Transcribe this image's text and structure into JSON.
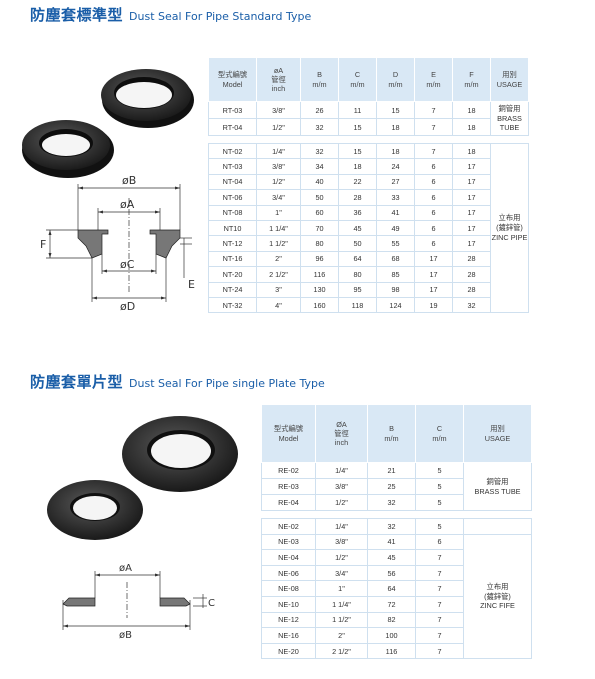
{
  "section1": {
    "title_cn": "防塵套標準型",
    "title_en": "Dust Seal For Pipe Standard Type",
    "diagram_labels": {
      "phiB": "øB",
      "phiA": "øA",
      "phiC": "øC",
      "phiD": "øD",
      "F": "F",
      "E": "E"
    },
    "headers": {
      "model": [
        "型式編號",
        "Model"
      ],
      "a": [
        "øA",
        "管徑",
        "inch"
      ],
      "b": [
        "B",
        "m/m"
      ],
      "c": [
        "C",
        "m/m"
      ],
      "d": [
        "D",
        "m/m"
      ],
      "e": [
        "E",
        "m/m"
      ],
      "f": [
        "F",
        "m/m"
      ],
      "usage": [
        "用別",
        "USAGE"
      ]
    },
    "group1": {
      "usage": [
        "銅管用",
        "BRASS",
        "TUBE"
      ],
      "rows": [
        [
          "RT-03",
          "3/8\"",
          "26",
          "11",
          "15",
          "7",
          "18"
        ],
        [
          "RT-04",
          "1/2\"",
          "32",
          "15",
          "18",
          "7",
          "18"
        ]
      ]
    },
    "group2": {
      "usage": [
        "立布用",
        "(鍍鋅管)",
        "ZINC PIPE"
      ],
      "rows": [
        [
          "NT-02",
          "1/4\"",
          "32",
          "15",
          "18",
          "7",
          "18"
        ],
        [
          "NT-03",
          "3/8\"",
          "34",
          "18",
          "24",
          "6",
          "17"
        ],
        [
          "NT-04",
          "1/2\"",
          "40",
          "22",
          "27",
          "6",
          "17"
        ],
        [
          "NT-06",
          "3/4\"",
          "50",
          "28",
          "33",
          "6",
          "17"
        ],
        [
          "NT-08",
          "1\"",
          "60",
          "36",
          "41",
          "6",
          "17"
        ],
        [
          "NT10",
          "1 1/4\"",
          "70",
          "45",
          "49",
          "6",
          "17"
        ],
        [
          "NT-12",
          "1 1/2\"",
          "80",
          "50",
          "55",
          "6",
          "17"
        ],
        [
          "NT-16",
          "2\"",
          "96",
          "64",
          "68",
          "17",
          "28"
        ],
        [
          "NT-20",
          "2 1/2\"",
          "116",
          "80",
          "85",
          "17",
          "28"
        ],
        [
          "NT-24",
          "3\"",
          "130",
          "95",
          "98",
          "17",
          "28"
        ],
        [
          "NT-32",
          "4\"",
          "160",
          "118",
          "124",
          "19",
          "32"
        ]
      ]
    }
  },
  "section2": {
    "title_cn": "防塵套單片型",
    "title_en": "Dust Seal For Pipe single Plate Type",
    "diagram_labels": {
      "phiA": "øA",
      "phiB": "øB",
      "C": "C"
    },
    "headers": {
      "model": [
        "型式編號",
        "Model"
      ],
      "a": [
        "ØA",
        "管徑",
        "inch"
      ],
      "b": [
        "B",
        "m/m"
      ],
      "c": [
        "C",
        "m/m"
      ],
      "usage": [
        "用別",
        "USAGE"
      ]
    },
    "group1": {
      "usage": [
        "銅管用",
        "BRASS TUBE"
      ],
      "rows": [
        [
          "RE-02",
          "1/4\"",
          "21",
          "5"
        ],
        [
          "RE-03",
          "3/8\"",
          "25",
          "5"
        ],
        [
          "RE-04",
          "1/2\"",
          "32",
          "5"
        ]
      ]
    },
    "group2": {
      "usage_top": "",
      "usage": [
        "立布用",
        "(鍍鋅管)",
        "ZINC FIFE"
      ],
      "rows": [
        [
          "NE-02",
          "1/4\"",
          "32",
          "5"
        ],
        [
          "NE-03",
          "3/8\"",
          "41",
          "6"
        ],
        [
          "NE-04",
          "1/2\"",
          "45",
          "7"
        ],
        [
          "NE-06",
          "3/4\"",
          "56",
          "7"
        ],
        [
          "NE-08",
          "1\"",
          "64",
          "7"
        ],
        [
          "NE-10",
          "1 1/4\"",
          "72",
          "7"
        ],
        [
          "NE-12",
          "1 1/2\"",
          "82",
          "7"
        ],
        [
          "NE-16",
          "2\"",
          "100",
          "7"
        ],
        [
          "NE-20",
          "2 1/2\"",
          "116",
          "7"
        ]
      ]
    }
  },
  "colors": {
    "title": "#1a5ea8",
    "header_bg": "#d9e8f5",
    "border": "#cfe0ef",
    "rubber": "#262626"
  }
}
